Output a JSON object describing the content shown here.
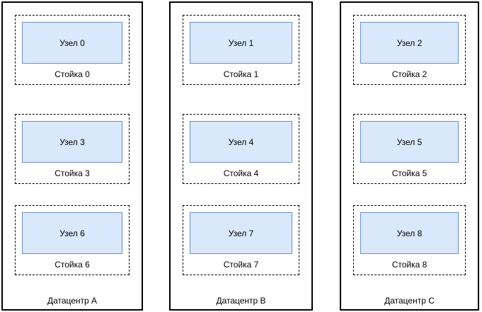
{
  "diagram": {
    "background": "#ffffff",
    "colors": {
      "outline": "#000000",
      "node_fill": "#dae8fc",
      "node_border": "#6c8ebf",
      "text": "#000000"
    },
    "datacenters": [
      {
        "label": "Датацентр A",
        "racks": [
          {
            "label": "Стойка 0",
            "node": "Узел 0"
          },
          {
            "label": "Стойка 3",
            "node": "Узел 3"
          },
          {
            "label": "Стойка 6",
            "node": "Узел 6"
          }
        ]
      },
      {
        "label": "Датацентр B",
        "racks": [
          {
            "label": "Стойка 1",
            "node": "Узел 1"
          },
          {
            "label": "Стойка 4",
            "node": "Узел 4"
          },
          {
            "label": "Стойка 7",
            "node": "Узел 7"
          }
        ]
      },
      {
        "label": "Датацентр C",
        "racks": [
          {
            "label": "Стойка 2",
            "node": "Узел 2"
          },
          {
            "label": "Стойка 5",
            "node": "Узел 5"
          },
          {
            "label": "Стойка 8",
            "node": "Узел 8"
          }
        ]
      }
    ]
  }
}
